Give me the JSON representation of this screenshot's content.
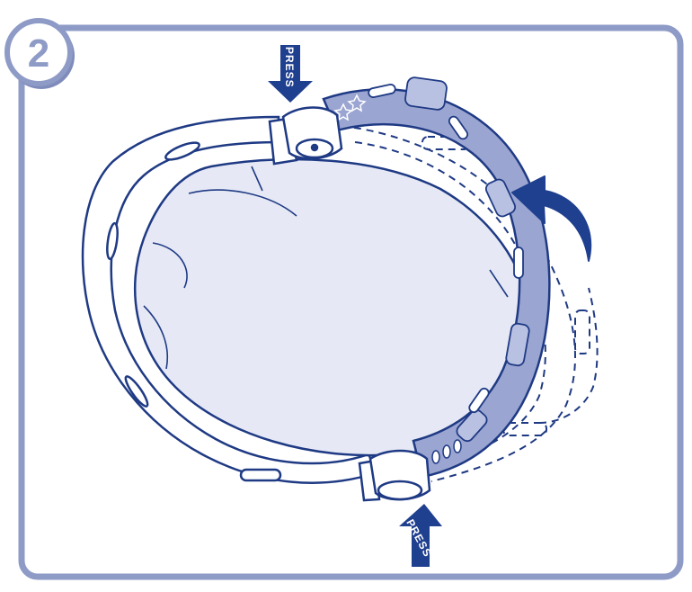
{
  "step": {
    "number": "2"
  },
  "labels": {
    "press_top": "PRESS",
    "press_bottom": "PRESS"
  },
  "icons": {
    "step_badge": "numbered-circle",
    "press_arrow": "down-arrow",
    "rotate_arrow": "curved-arrow"
  },
  "colors": {
    "frame": "#8e9bc6",
    "line": "#1f3a84",
    "band_fill": "#9aa5d1",
    "cushion_fill": "#e6e9f5",
    "arrow_fill": "#1f3f8f",
    "badge_fill": "#ffffff",
    "badge_shadow": "#7f8bbb"
  }
}
